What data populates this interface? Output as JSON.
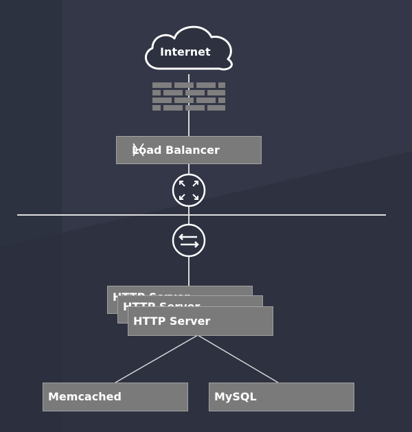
{
  "diagram": {
    "internet_label": "Internet",
    "load_balancer_label": "Load Balancer",
    "http_server_label": "HTTP Server",
    "http_server_stack_labels": [
      "HTTP Server",
      "HTTP Server"
    ],
    "memcached_label": "Memcached",
    "mysql_label": "MySQL"
  },
  "icons": {
    "cloud": "cloud-icon",
    "firewall": "brick-wall-icon",
    "load_balancer_glyph": "balance-icon",
    "router": "router-icon",
    "switch": "switch-icon"
  },
  "colors": {
    "background": "#2d3140",
    "box_fill": "#7a7a7a",
    "box_border": "#a3a3a3",
    "line": "#d9d9d9",
    "text": "#ffffff"
  }
}
